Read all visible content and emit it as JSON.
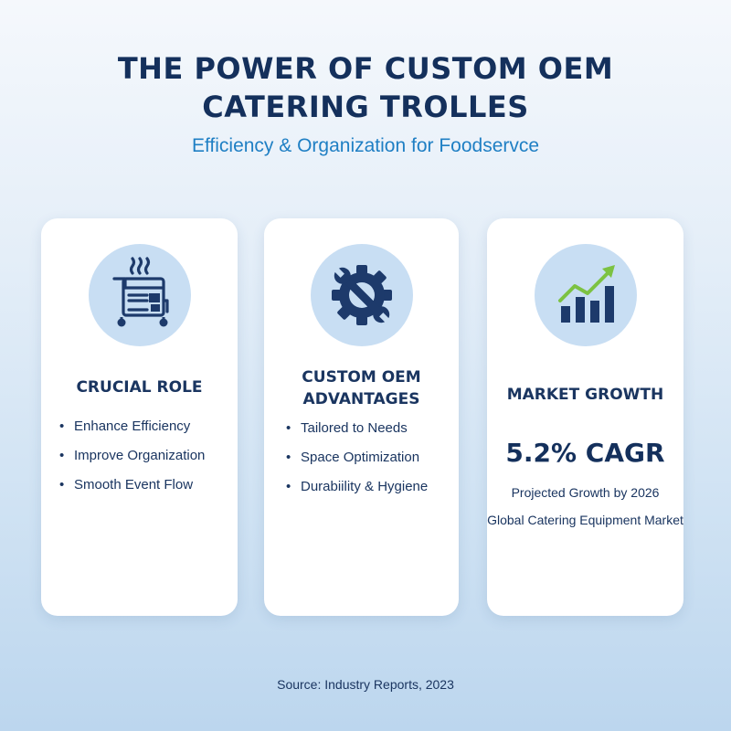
{
  "header": {
    "title_line1": "THE POWER OF CUSTOM OEM",
    "title_line2": "CATERING TROLLES",
    "subtitle": "Efficiency & Organization for Foodservce"
  },
  "cards": [
    {
      "icon": "catering-trolley-icon",
      "heading_lines": [
        "CRUCIAL ROLE"
      ],
      "bullets": [
        "Enhance Efficiency",
        "Improve Organization",
        "Smooth Event Flow"
      ]
    },
    {
      "icon": "gear-wrench-icon",
      "heading_lines": [
        "CUSTOM OEM",
        "ADVANTAGES"
      ],
      "bullets": [
        "Tailored to Needs",
        "Space Optimization",
        "Durabiility & Hygiene"
      ]
    },
    {
      "icon": "growth-chart-icon",
      "heading_lines": [
        "MARKET GROWTH"
      ],
      "stat": "5.2% CAGR",
      "notes": [
        "Projected Growth by 2026",
        "Global Catering Equipment Market"
      ]
    }
  ],
  "footer": {
    "source": "Source: Industry Reports, 2023"
  },
  "colors": {
    "navy": "#14305c",
    "accent_blue": "#1f7fc4",
    "icon_circle": "#c8def3",
    "growth_green": "#7cc242",
    "card_bg": "#ffffff"
  }
}
